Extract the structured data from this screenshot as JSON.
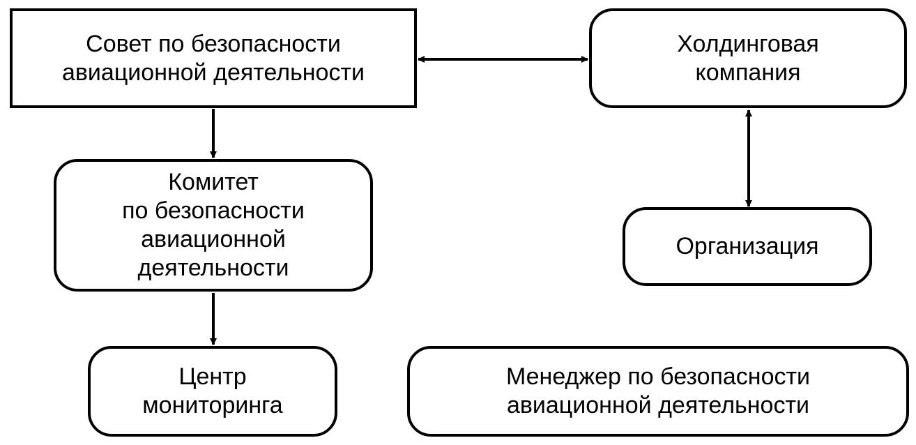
{
  "nodes": {
    "council": "Совет по безопасности\nавиационной деятельности",
    "holding": "Холдинговая\nкомпания",
    "committee": "Комитет\nпо безопасности\nавиационной\nдеятельности",
    "organization": "Организация",
    "monitoring_center": "Центр\nмониторинга",
    "safety_manager": "Менеджер по безопасности\nавиационной деятельности"
  },
  "connections": [
    {
      "from": "council",
      "to": "holding",
      "direction": "both"
    },
    {
      "from": "holding",
      "to": "organization",
      "direction": "both"
    },
    {
      "from": "council",
      "to": "committee",
      "direction": "forward"
    },
    {
      "from": "committee",
      "to": "monitoring_center",
      "direction": "forward"
    }
  ],
  "colors": {
    "stroke": "#000000",
    "background": "#ffffff"
  }
}
